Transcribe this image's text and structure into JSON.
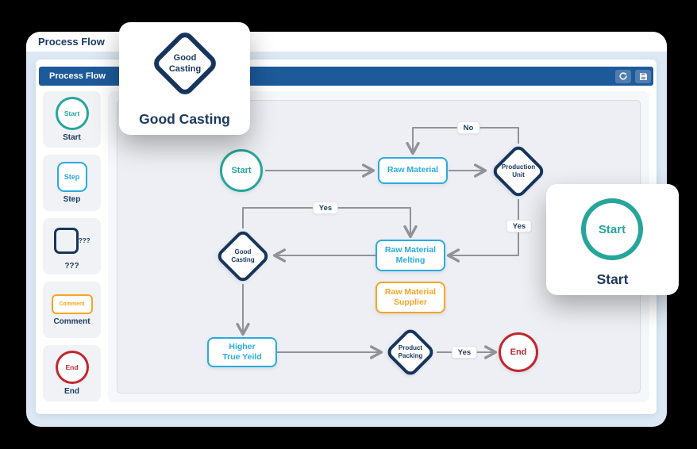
{
  "window": {
    "title": "Process Flow"
  },
  "toolbar": {
    "title": "Process Flow",
    "icons": [
      {
        "name": "refresh-icon"
      },
      {
        "name": "save-icon"
      }
    ]
  },
  "palette": {
    "items": [
      {
        "type": "start",
        "shape_text": "Start",
        "label": "Start"
      },
      {
        "type": "step",
        "shape_text": "Step",
        "label": "Step"
      },
      {
        "type": "decision",
        "shape_text": "???",
        "label": "???"
      },
      {
        "type": "comment",
        "shape_text": "Comment",
        "label": "Comment"
      },
      {
        "type": "end",
        "shape_text": "End",
        "label": "End"
      }
    ]
  },
  "canvas": {
    "nodes": {
      "start": {
        "label": "Start"
      },
      "raw_material": {
        "lines": [
          "Raw Material"
        ]
      },
      "production_unit": {
        "lines": [
          "Production",
          "Unit"
        ]
      },
      "raw_material_melting": {
        "lines": [
          "Raw Material",
          "Melting"
        ]
      },
      "good_casting": {
        "lines": [
          "Good",
          "Casting"
        ]
      },
      "raw_material_supplier": {
        "lines": [
          "Raw Material",
          "Supplier"
        ]
      },
      "higher_true_yeild": {
        "lines": [
          "Higher",
          "True Yeild"
        ]
      },
      "product_packing": {
        "lines": [
          "Product",
          "Packing"
        ]
      },
      "end": {
        "label": "End"
      }
    },
    "edge_labels": {
      "no_production_to_raw": "No",
      "yes_production_to_melting": "Yes",
      "yes_casting_to_melting": "Yes",
      "yes_packing_to_end": "Yes"
    }
  },
  "popovers": {
    "good_casting": {
      "shape_lines": [
        "Good",
        "Casting"
      ],
      "caption": "Good Casting"
    },
    "start": {
      "shape_text": "Start",
      "caption": "Start"
    }
  },
  "colors": {
    "accent_teal": "#26a69a",
    "accent_blue": "#29abe2",
    "accent_navy": "#17355c",
    "accent_orange": "#f5a623",
    "accent_red": "#c1272d",
    "header_blue": "#1d5a9a",
    "window_body": "#dce9f5",
    "canvas_bg": "#edeff4",
    "connector_gray": "#8f9398"
  }
}
